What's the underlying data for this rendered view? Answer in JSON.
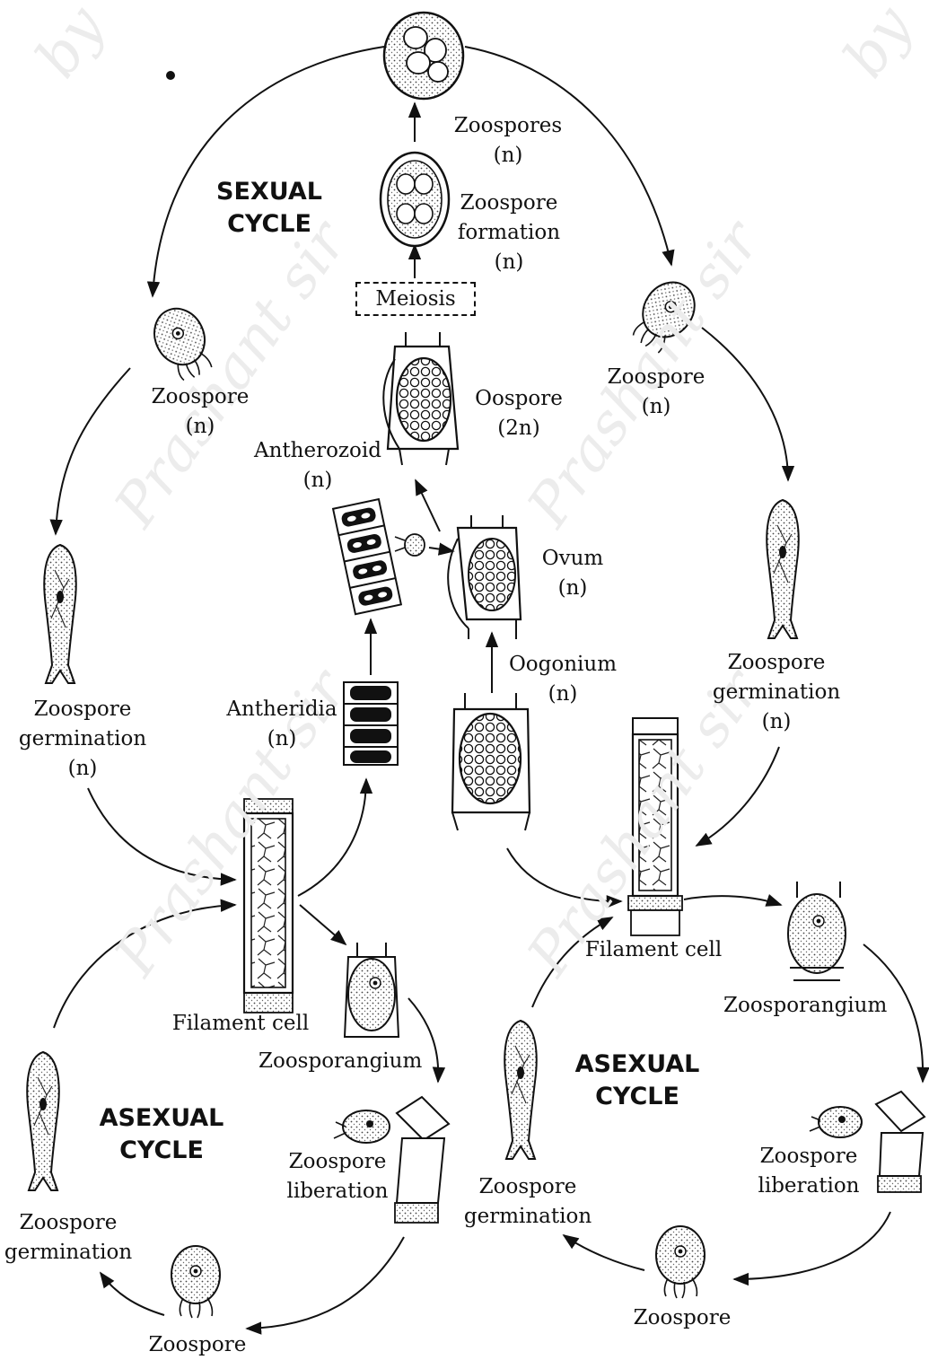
{
  "watermark": {
    "by": "by",
    "name": "Prashant sir"
  },
  "cycles": {
    "sexual": {
      "line1": "SEXUAL",
      "line2": "CYCLE"
    },
    "asexual_left": {
      "line1": "ASEXUAL",
      "line2": "CYCLE"
    },
    "asexual_right": {
      "line1": "ASEXUAL",
      "line2": "CYCLE"
    }
  },
  "labels": {
    "zoospores_top": {
      "l1": "Zoospores",
      "l2": "(n)"
    },
    "zoospore_formation": {
      "l1": "Zoospore",
      "l2": "formation",
      "l3": "(n)"
    },
    "meiosis": "Meiosis",
    "oospore": {
      "l1": "Oospore",
      "l2": "(2n)"
    },
    "antherozoid": {
      "l1": "Antherozoid",
      "l2": "(n)"
    },
    "ovum": {
      "l1": "Ovum",
      "l2": "(n)"
    },
    "oogonium": {
      "l1": "Oogonium",
      "l2": "(n)"
    },
    "antheridia": {
      "l1": "Antheridia",
      "l2": "(n)"
    },
    "zoospore_left": {
      "l1": "Zoospore",
      "l2": "(n)"
    },
    "zoospore_right": {
      "l1": "Zoospore",
      "l2": "(n)"
    },
    "germ_left": {
      "l1": "Zoospore",
      "l2": "germination",
      "l3": "(n)"
    },
    "germ_right": {
      "l1": "Zoospore",
      "l2": "germination",
      "l3": "(n)"
    },
    "filament_left": "Filament cell",
    "filament_right": "Filament cell",
    "zsp_left": "Zoosporangium",
    "zsp_right": "Zoosporangium",
    "lib_left": {
      "l1": "Zoospore",
      "l2": "liberation"
    },
    "lib_right": {
      "l1": "Zoospore",
      "l2": "liberation"
    },
    "germ_bl": {
      "l1": "Zoospore",
      "l2": "germination"
    },
    "germ_bm": {
      "l1": "Zoospore",
      "l2": "germination"
    },
    "zoospore_bl": "Zoospore",
    "zoospore_br": "Zoospore"
  }
}
